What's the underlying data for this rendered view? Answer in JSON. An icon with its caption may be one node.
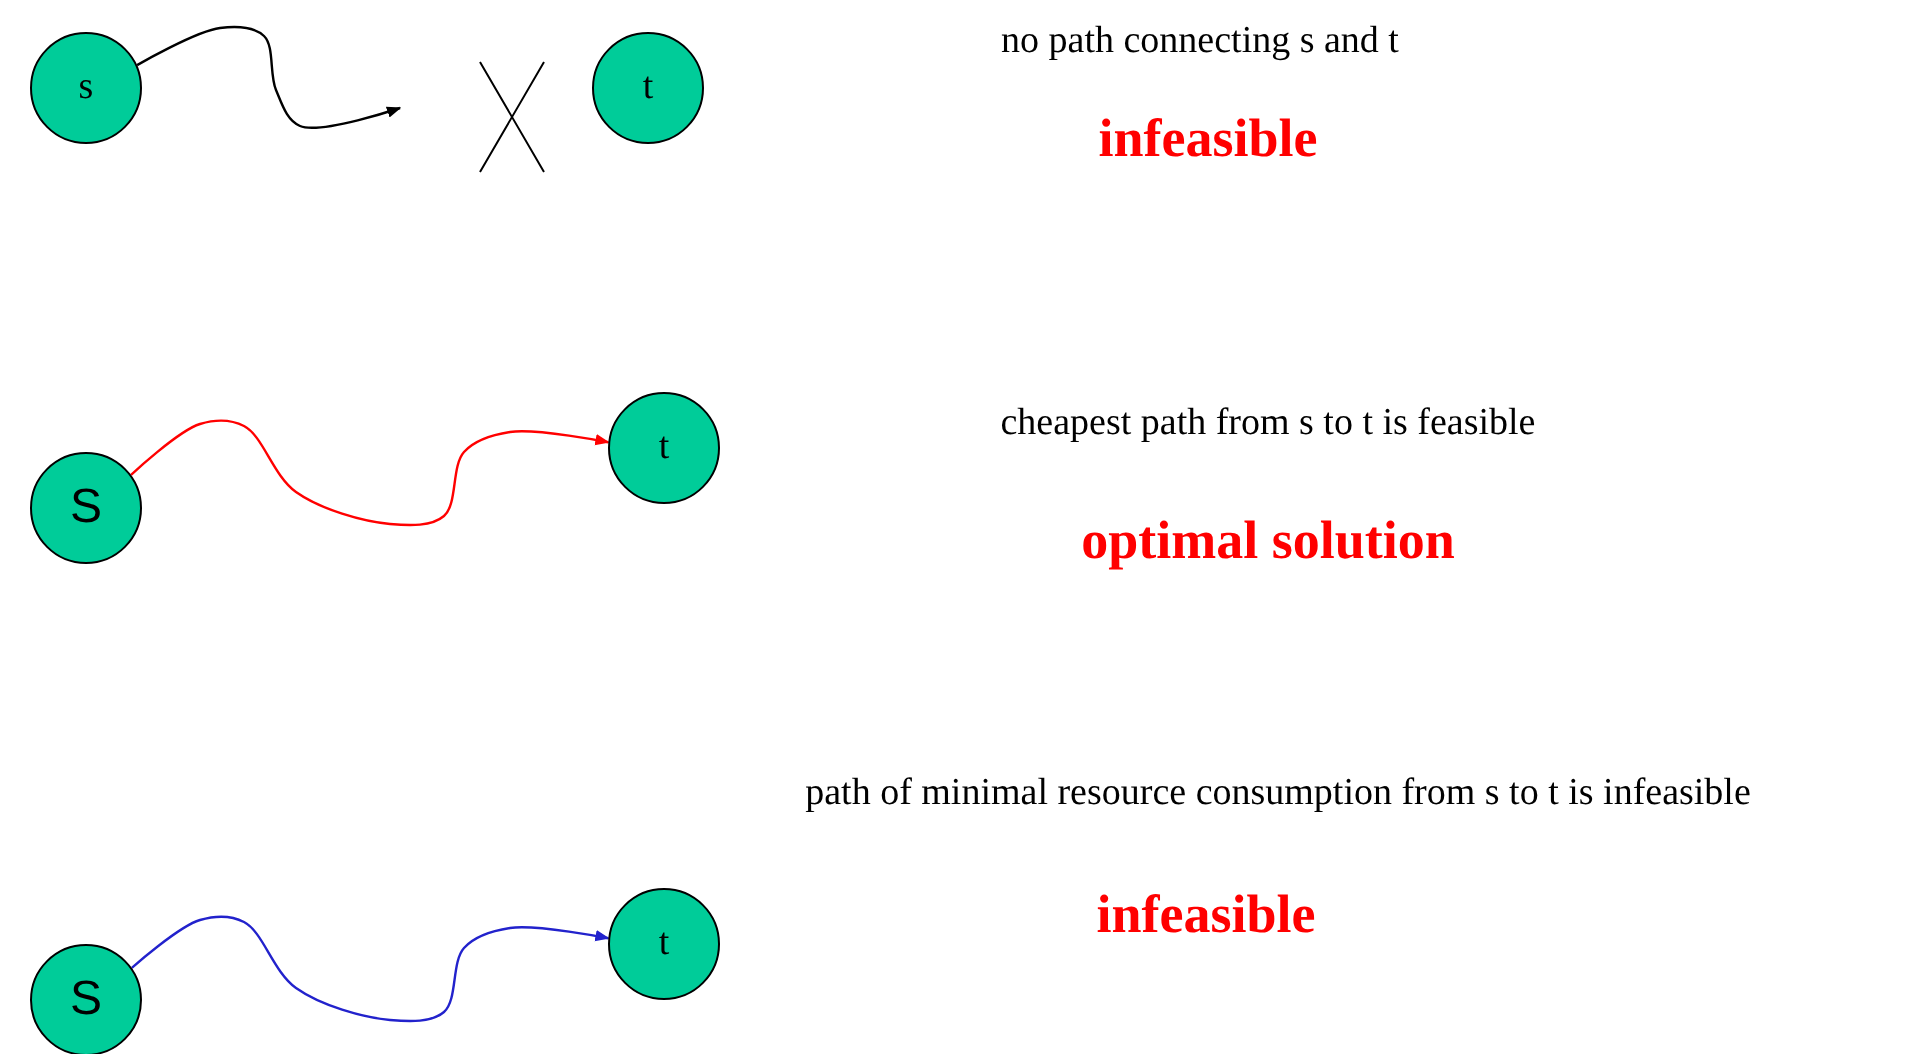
{
  "diagram": {
    "nodes": [
      {
        "text": [
          "s"
        ]
      },
      {
        "text": [
          "t"
        ]
      },
      {
        "text": [
          "S"
        ]
      },
      {
        "text": [
          "t"
        ]
      },
      {
        "text": [
          "S"
        ]
      },
      {
        "text": [
          "t"
        ]
      }
    ],
    "edges": [
      {
        "from": 0,
        "to": null,
        "arrow": "to",
        "color": "#000000"
      },
      {
        "from": 2,
        "to": 3,
        "arrow": "to",
        "color": "#ff0000"
      },
      {
        "from": 4,
        "to": 5,
        "arrow": "to",
        "color": "#2222cc"
      }
    ],
    "labels": [
      "no path connecting s and t",
      "infeasible",
      "cheapest path from s to t is feasible",
      "optimal solution",
      "path of minimal resource consumption from s to t is infeasible",
      "infeasible"
    ]
  }
}
